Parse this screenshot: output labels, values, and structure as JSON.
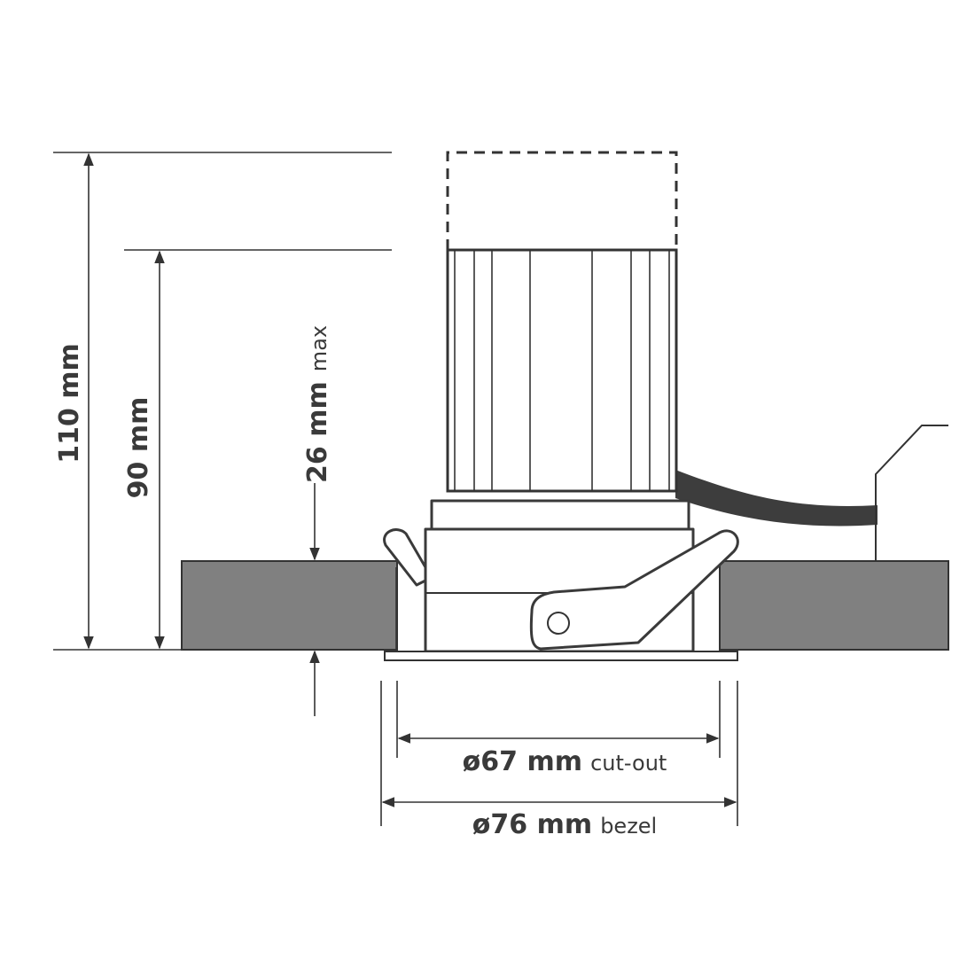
{
  "dimensions": {
    "overall_height": {
      "value": "110 mm",
      "suffix": ""
    },
    "body_height": {
      "value": "90 mm",
      "suffix": ""
    },
    "ceiling_thickness": {
      "value": "26 mm",
      "suffix": "max"
    },
    "cutout_diameter": {
      "value": "ø67 mm",
      "suffix": "cut-out"
    },
    "bezel_diameter": {
      "value": "ø76 mm",
      "suffix": "bezel"
    }
  },
  "colors": {
    "ceiling": "#808080",
    "cable": "#3d3d3d",
    "line": "#333333",
    "text": "#3a3a3a"
  }
}
